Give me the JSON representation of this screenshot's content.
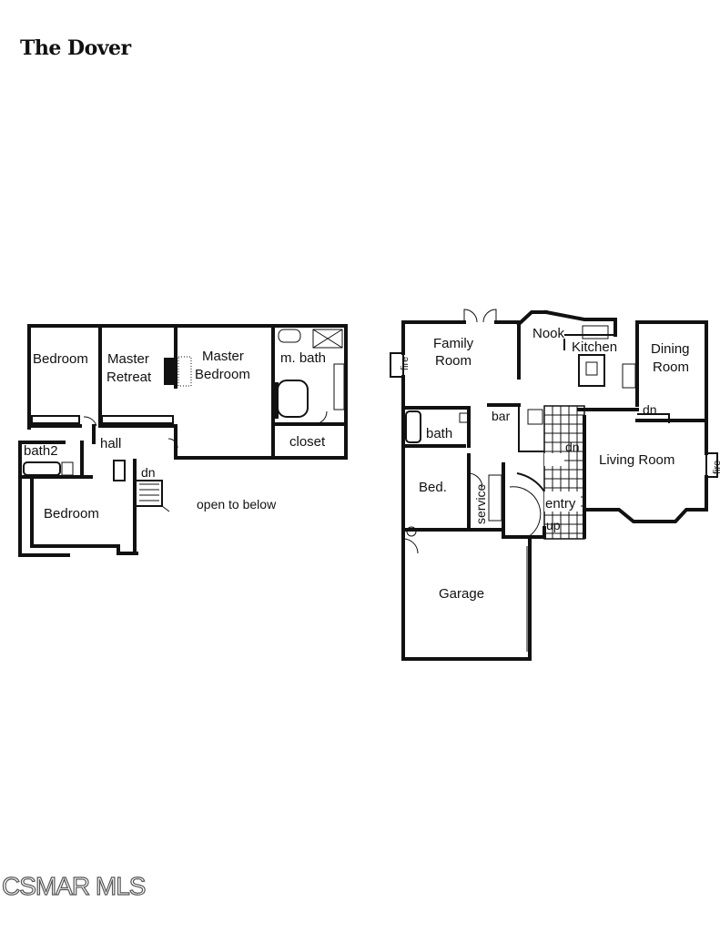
{
  "title": "The Dover",
  "watermark": "CSMAR MLS",
  "upper_floor": {
    "labels": {
      "bedroom1": "Bedroom",
      "master_retreat_1": "Master",
      "master_retreat_2": "Retreat",
      "master_bedroom_1": "Master",
      "master_bedroom_2": "Bedroom",
      "m_bath": "m. bath",
      "closet": "closet",
      "bath2": "bath2",
      "hall": "hall",
      "dn": "dn",
      "bedroom2": "Bedroom",
      "open_to_below": "open to below"
    }
  },
  "main_floor": {
    "labels": {
      "family_room_1": "Family",
      "family_room_2": "Room",
      "fire1": "fire",
      "nook": "Nook",
      "kitchen": "Kitchen",
      "dining_1": "Dining",
      "dining_2": "Room",
      "bar": "bar",
      "dn1": "dn",
      "bath": "bath",
      "dn2": "dn",
      "living_room": "Living Room",
      "fire2": "fire",
      "bed": "Bed.",
      "service": "service",
      "entry": "entry",
      "up": "up",
      "garage": "Garage"
    }
  }
}
